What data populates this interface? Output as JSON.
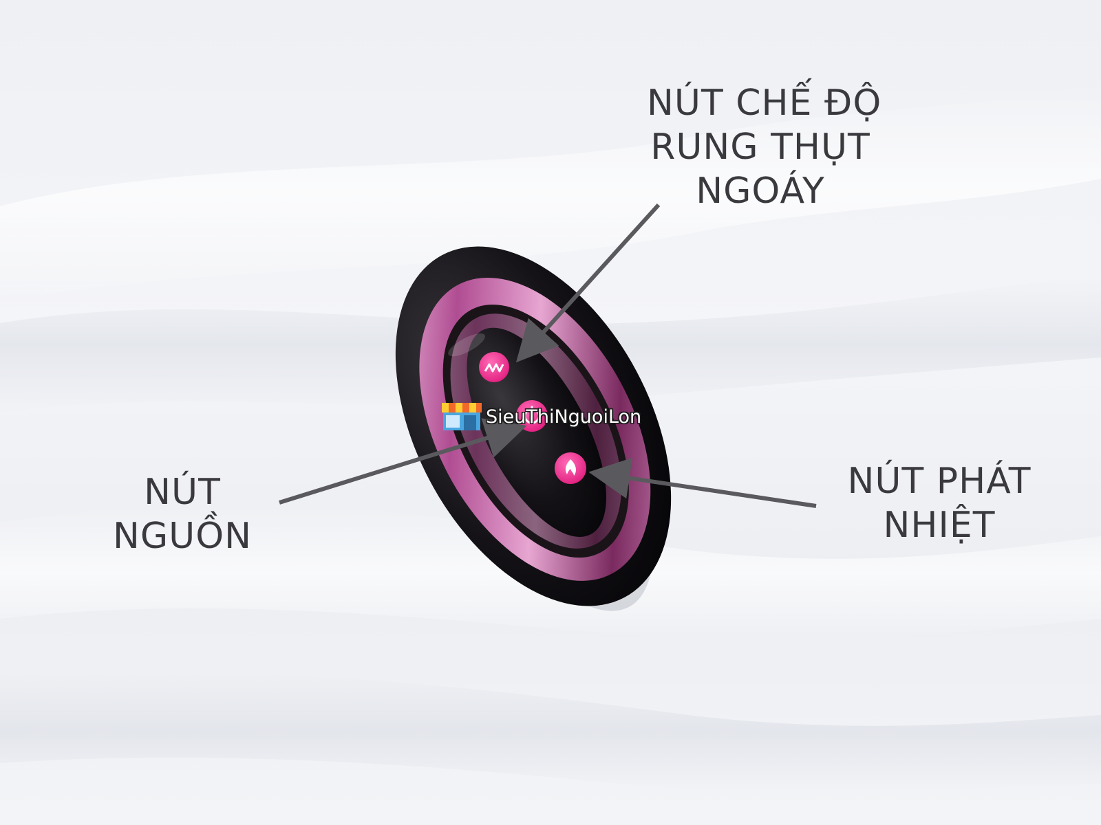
{
  "callouts": {
    "mode_button": {
      "lines": [
        "NÚT CHẾ ĐỘ",
        "RUNG THỤT",
        "NGOÁY"
      ]
    },
    "power_button": {
      "lines": [
        "NÚT",
        "NGUỒN"
      ]
    },
    "heat_button": {
      "lines": [
        "NÚT PHÁT",
        "NHIỆT"
      ]
    }
  },
  "watermark": {
    "text": "SieuThiNguoiLon"
  },
  "colors": {
    "background": "#eef0f4",
    "device_body": "#0d0c10",
    "chrome_trim": "#c86fb0",
    "button_pink": "#f0328f",
    "label_text": "#3a3a3e",
    "arrow": "#5a5a5e"
  },
  "icons": {
    "top_button": "zigzag-wave-icon",
    "middle_button": "power-icon",
    "bottom_button": "flame-icon"
  }
}
